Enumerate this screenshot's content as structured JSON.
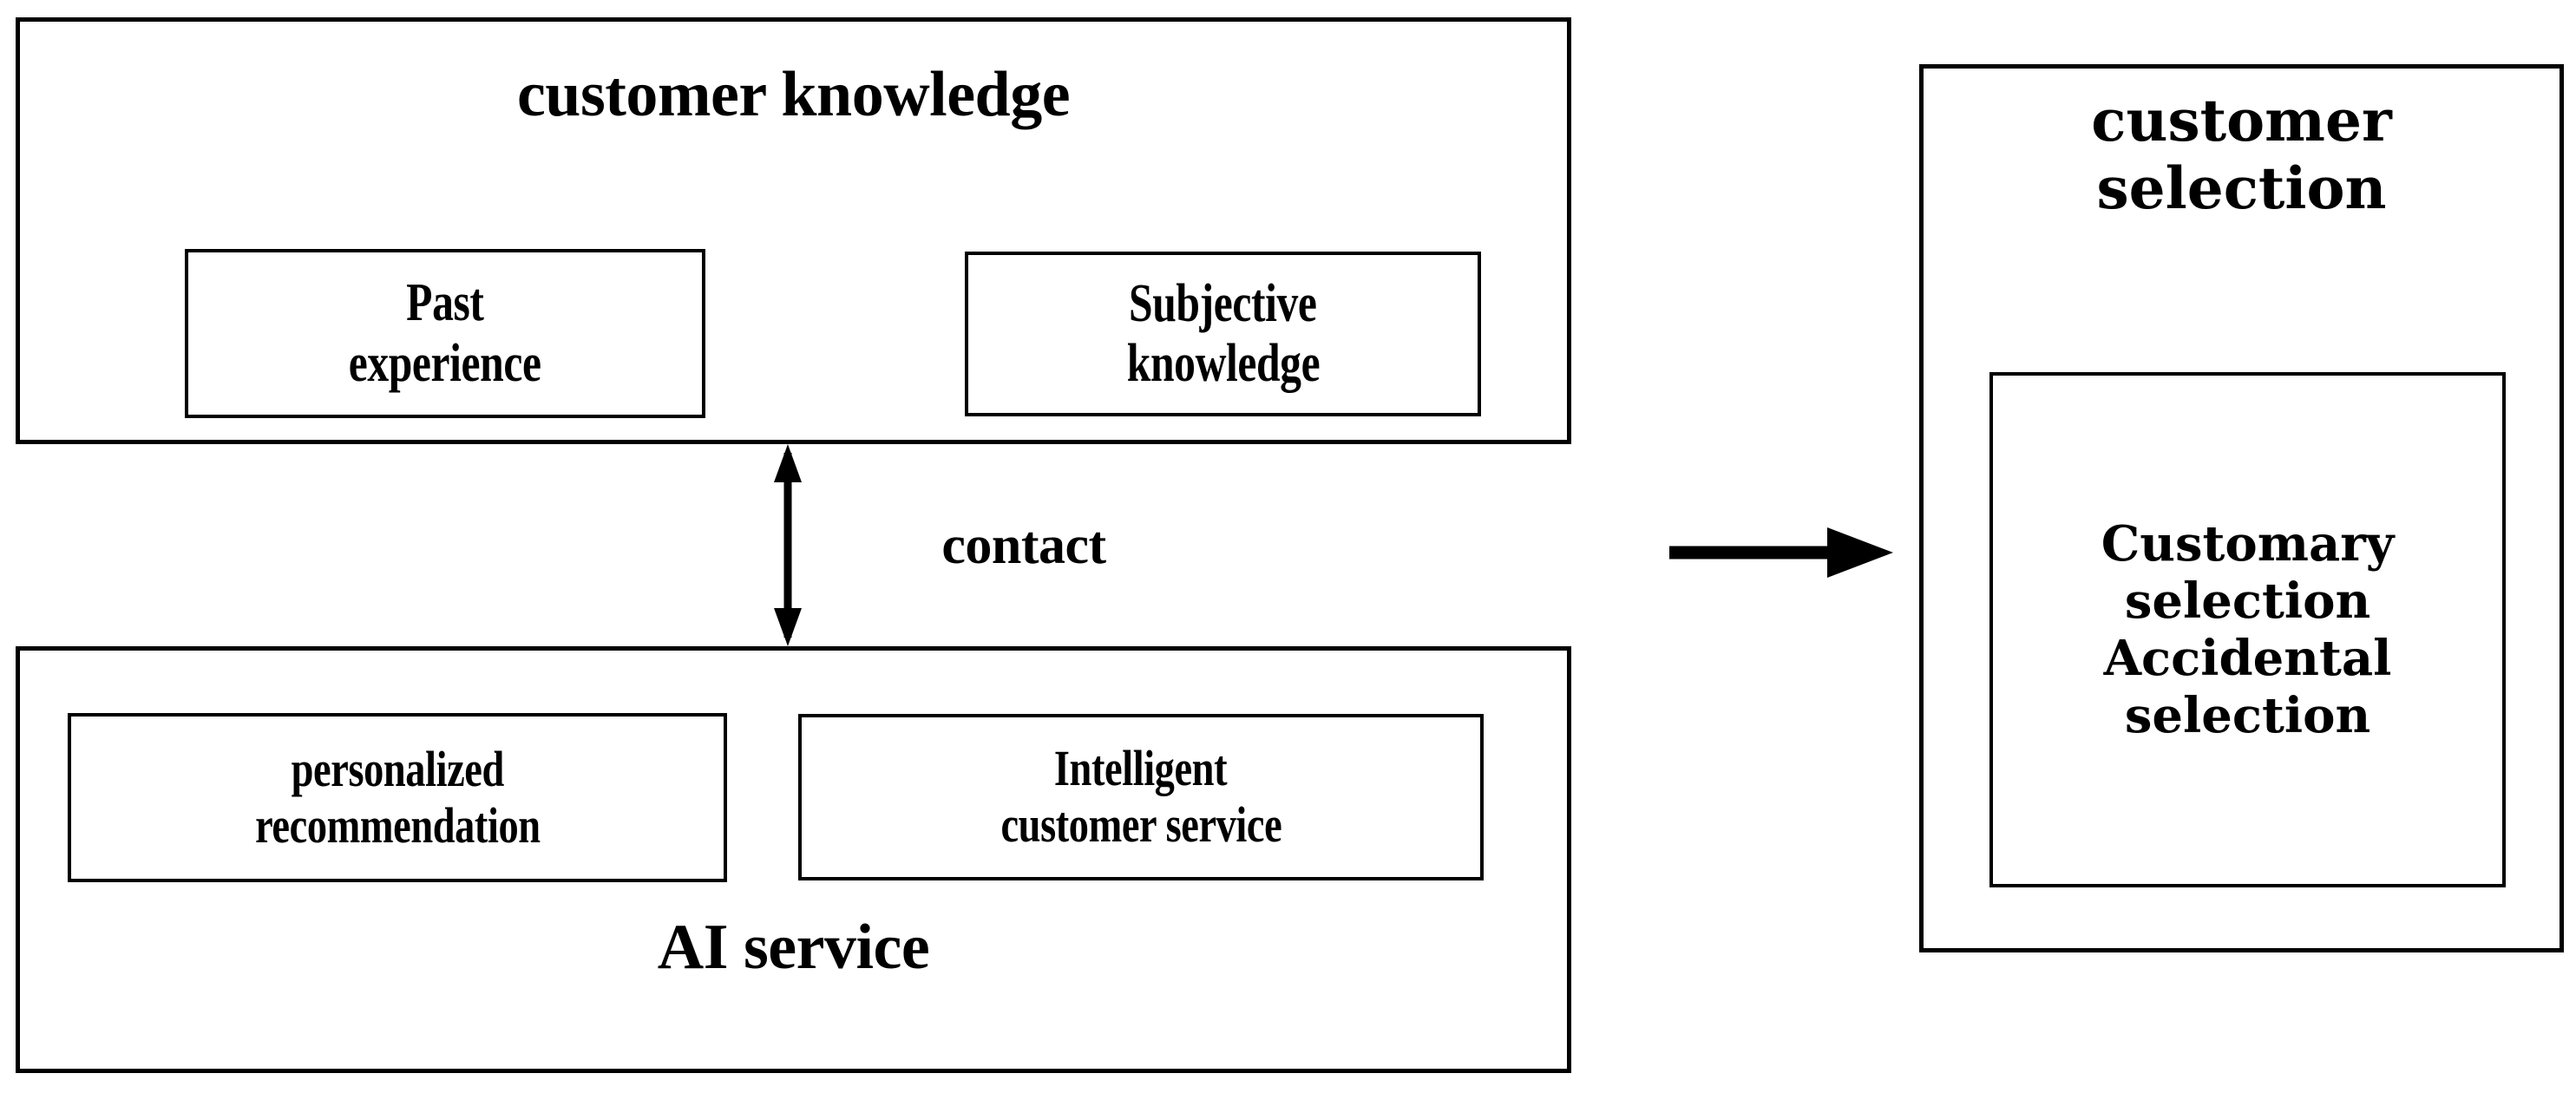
{
  "diagram": {
    "type": "flow-diagram",
    "background_color": "#ffffff",
    "line_color": "#000000"
  },
  "knowledge_panel": {
    "title": "customer knowledge",
    "boxes": [
      {
        "name": "past-experience",
        "lines": [
          "Past",
          "experience"
        ]
      },
      {
        "name": "subjective-knowledge",
        "lines": [
          "Subjective",
          "knowledge"
        ]
      }
    ]
  },
  "ai_panel": {
    "title": "AI service",
    "boxes": [
      {
        "name": "personalized-recommendation",
        "lines": [
          "personalized",
          "recommendation"
        ]
      },
      {
        "name": "intelligent-customer-service",
        "lines": [
          "Intelligent",
          "customer service"
        ]
      }
    ]
  },
  "connectors": {
    "vertical_label": "contact",
    "vertical_icon": "double-headed-vertical-arrow-icon",
    "horizontal_icon": "right-arrow-icon"
  },
  "selection_panel": {
    "title_lines": [
      "customer",
      "selection"
    ],
    "inner_box": {
      "name": "selection-types",
      "lines": [
        "Customary",
        "selection",
        "Accidental",
        "selection"
      ]
    }
  }
}
